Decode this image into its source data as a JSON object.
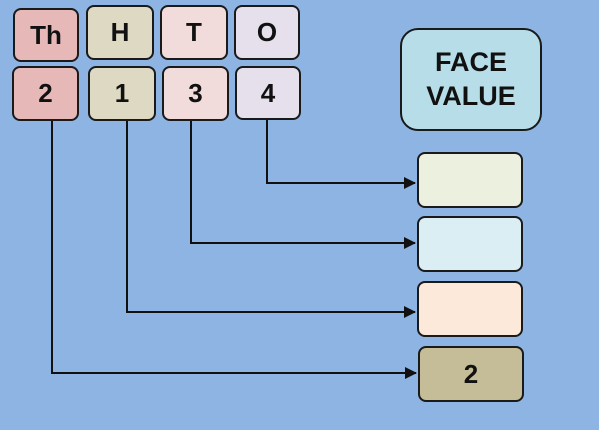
{
  "title": {
    "line1": "FACE",
    "line2": "VALUE",
    "color": "#b7dee8"
  },
  "background": "#8eb4e3",
  "places": [
    {
      "header": "Th",
      "digit": "2",
      "header_color": "#e6b9b8",
      "digit_color": "#e6b9b8"
    },
    {
      "header": "H",
      "digit": "1",
      "header_color": "#ddd9c3",
      "digit_color": "#ddd9c3"
    },
    {
      "header": "T",
      "digit": "3",
      "header_color": "#f2dcdb",
      "digit_color": "#f2dcdb"
    },
    {
      "header": "O",
      "digit": "4",
      "header_color": "#e5e0ec",
      "digit_color": "#e5e0ec"
    }
  ],
  "answers": [
    {
      "place": "O",
      "value": "",
      "color": "#ebf1de"
    },
    {
      "place": "T",
      "value": "",
      "color": "#dbeef3"
    },
    {
      "place": "H",
      "value": "",
      "color": "#fde9d9"
    },
    {
      "place": "Th",
      "value": "2",
      "color": "#c4bd97"
    }
  ]
}
